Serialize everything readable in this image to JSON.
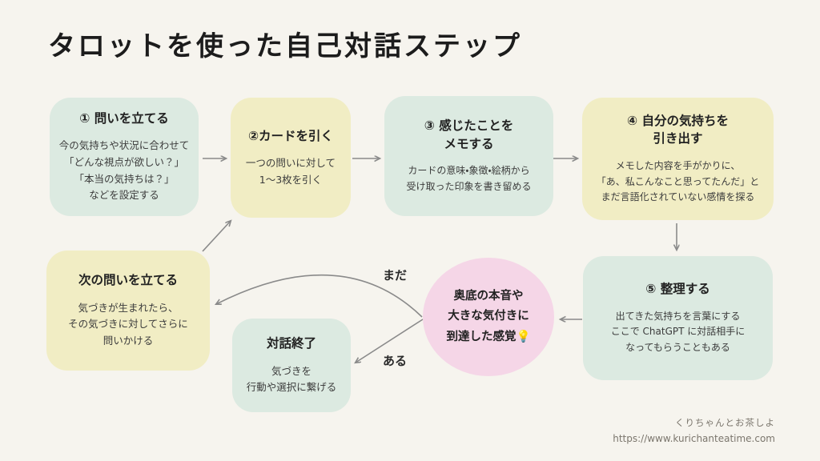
{
  "title": "タロットを使った自己対話ステップ",
  "colors": {
    "background": "#f6f4ee",
    "mint": "#dceae1",
    "yellow": "#f1edc4",
    "pink": "#f5d6e7",
    "arrow": "#8a8a8a"
  },
  "boxes": {
    "step1": {
      "heading": "① 問いを立てる",
      "line1": "今の気持ちや状況に合わせて",
      "line2": "「どんな視点が欲しい？」",
      "line3": "「本当の気持ちは？」",
      "line4": "などを設定する"
    },
    "step2": {
      "heading": "②カードを引く",
      "line1": "一つの問いに対して",
      "line2": "1〜3枚を引く"
    },
    "step3": {
      "heading1": "③ 感じたことを",
      "heading2": "メモする",
      "line1": "カードの意味・象徴・絵柄から",
      "line2": "受け取った印象を書き留める"
    },
    "step4": {
      "heading1": "④ 自分の気持ちを",
      "heading2": "引き出す",
      "line1": "メモした内容を手がかりに、",
      "line2": "「あ、私こんなこと思ってたんだ」と",
      "line3": "まだ言語化されていない感情を探る"
    },
    "step5": {
      "heading": "⑤ 整理する",
      "line1": "出てきた気持ちを言葉にする",
      "line2": "ここで ChatGPT に対話相手に",
      "line3": "なってもらうこともある"
    },
    "next_question": {
      "heading": "次の問いを立てる",
      "line1": "気づきが生まれたら、",
      "line2": "その気づきに対してさらに",
      "line3": "問いかける"
    },
    "dialogue_end": {
      "heading": "対話終了",
      "line1": "気づきを",
      "line2": "行動や選択に繋げる"
    }
  },
  "circle": {
    "line1": "奥底の本音や",
    "line2": "大きな気付きに",
    "line3": "到達した感覚💡"
  },
  "branch_labels": {
    "not_yet": "まだ",
    "reached": "ある"
  },
  "footer": {
    "brand": "くりちゃんとお茶しよ",
    "url": "https://www.kurichanteatime.com"
  }
}
